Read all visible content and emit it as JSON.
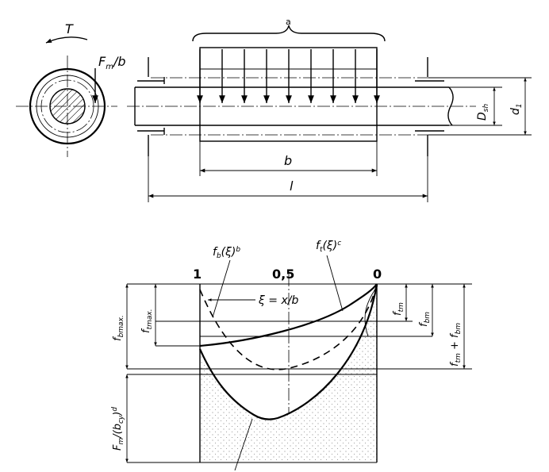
{
  "top_view": {
    "torque_label": "T",
    "force_label": {
      "main": "F",
      "sub": "m",
      "tail": "/b"
    },
    "zone_label": "a",
    "length_b_label": "b",
    "length_l_label": "l",
    "diameter_shaft_label": {
      "main": "D",
      "sub": "sh"
    },
    "diameter_outer_label": {
      "main": "d",
      "sub": "1"
    }
  },
  "bottom_view": {
    "axis_left_value": "1",
    "axis_mid_value": "0,5",
    "axis_right_value": "0",
    "curve_fb_label": {
      "main": "f",
      "sub": "b",
      "tail": "(ξ)",
      "sup": "b"
    },
    "curve_ft_label": {
      "main": "f",
      "sub": "t",
      "tail": "(ξ)",
      "sup": "c"
    },
    "xi_definition": "ξ  =  x/b",
    "fbmax_label": {
      "main": "f",
      "sub": "bmax."
    },
    "ftmax_label": {
      "main": "f",
      "sub": "tmax."
    },
    "ftm_label": {
      "main": "f",
      "sub": "tm"
    },
    "fbm_label": {
      "main": "f",
      "sub": "bm"
    },
    "sum_label": {
      "a": "f",
      "a_sub": "tm",
      "plus": " + ",
      "b": "f",
      "b_sub": "bm"
    },
    "fm_label": {
      "main": "F",
      "sub": "m",
      "mid": "/(b",
      "sub2": "cy",
      "tail": ")",
      "sup": "d"
    }
  }
}
